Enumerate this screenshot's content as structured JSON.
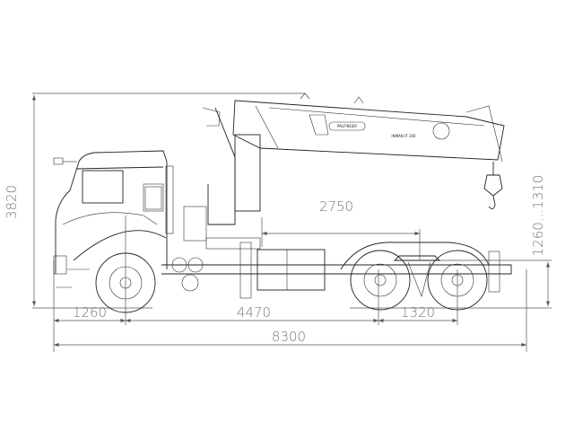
{
  "drawing": {
    "dimensions": {
      "overall_height": "3820",
      "front_overhang": "1260",
      "wheelbase": "4470",
      "rear_axle_spacing": "1320",
      "overall_length": "8300",
      "fifth_wheel_offset": "2750",
      "fifth_wheel_height": "1260...1310"
    },
    "crane_labels": {
      "brand": "PALFINGER",
      "model": "INMAN IT 200"
    }
  }
}
